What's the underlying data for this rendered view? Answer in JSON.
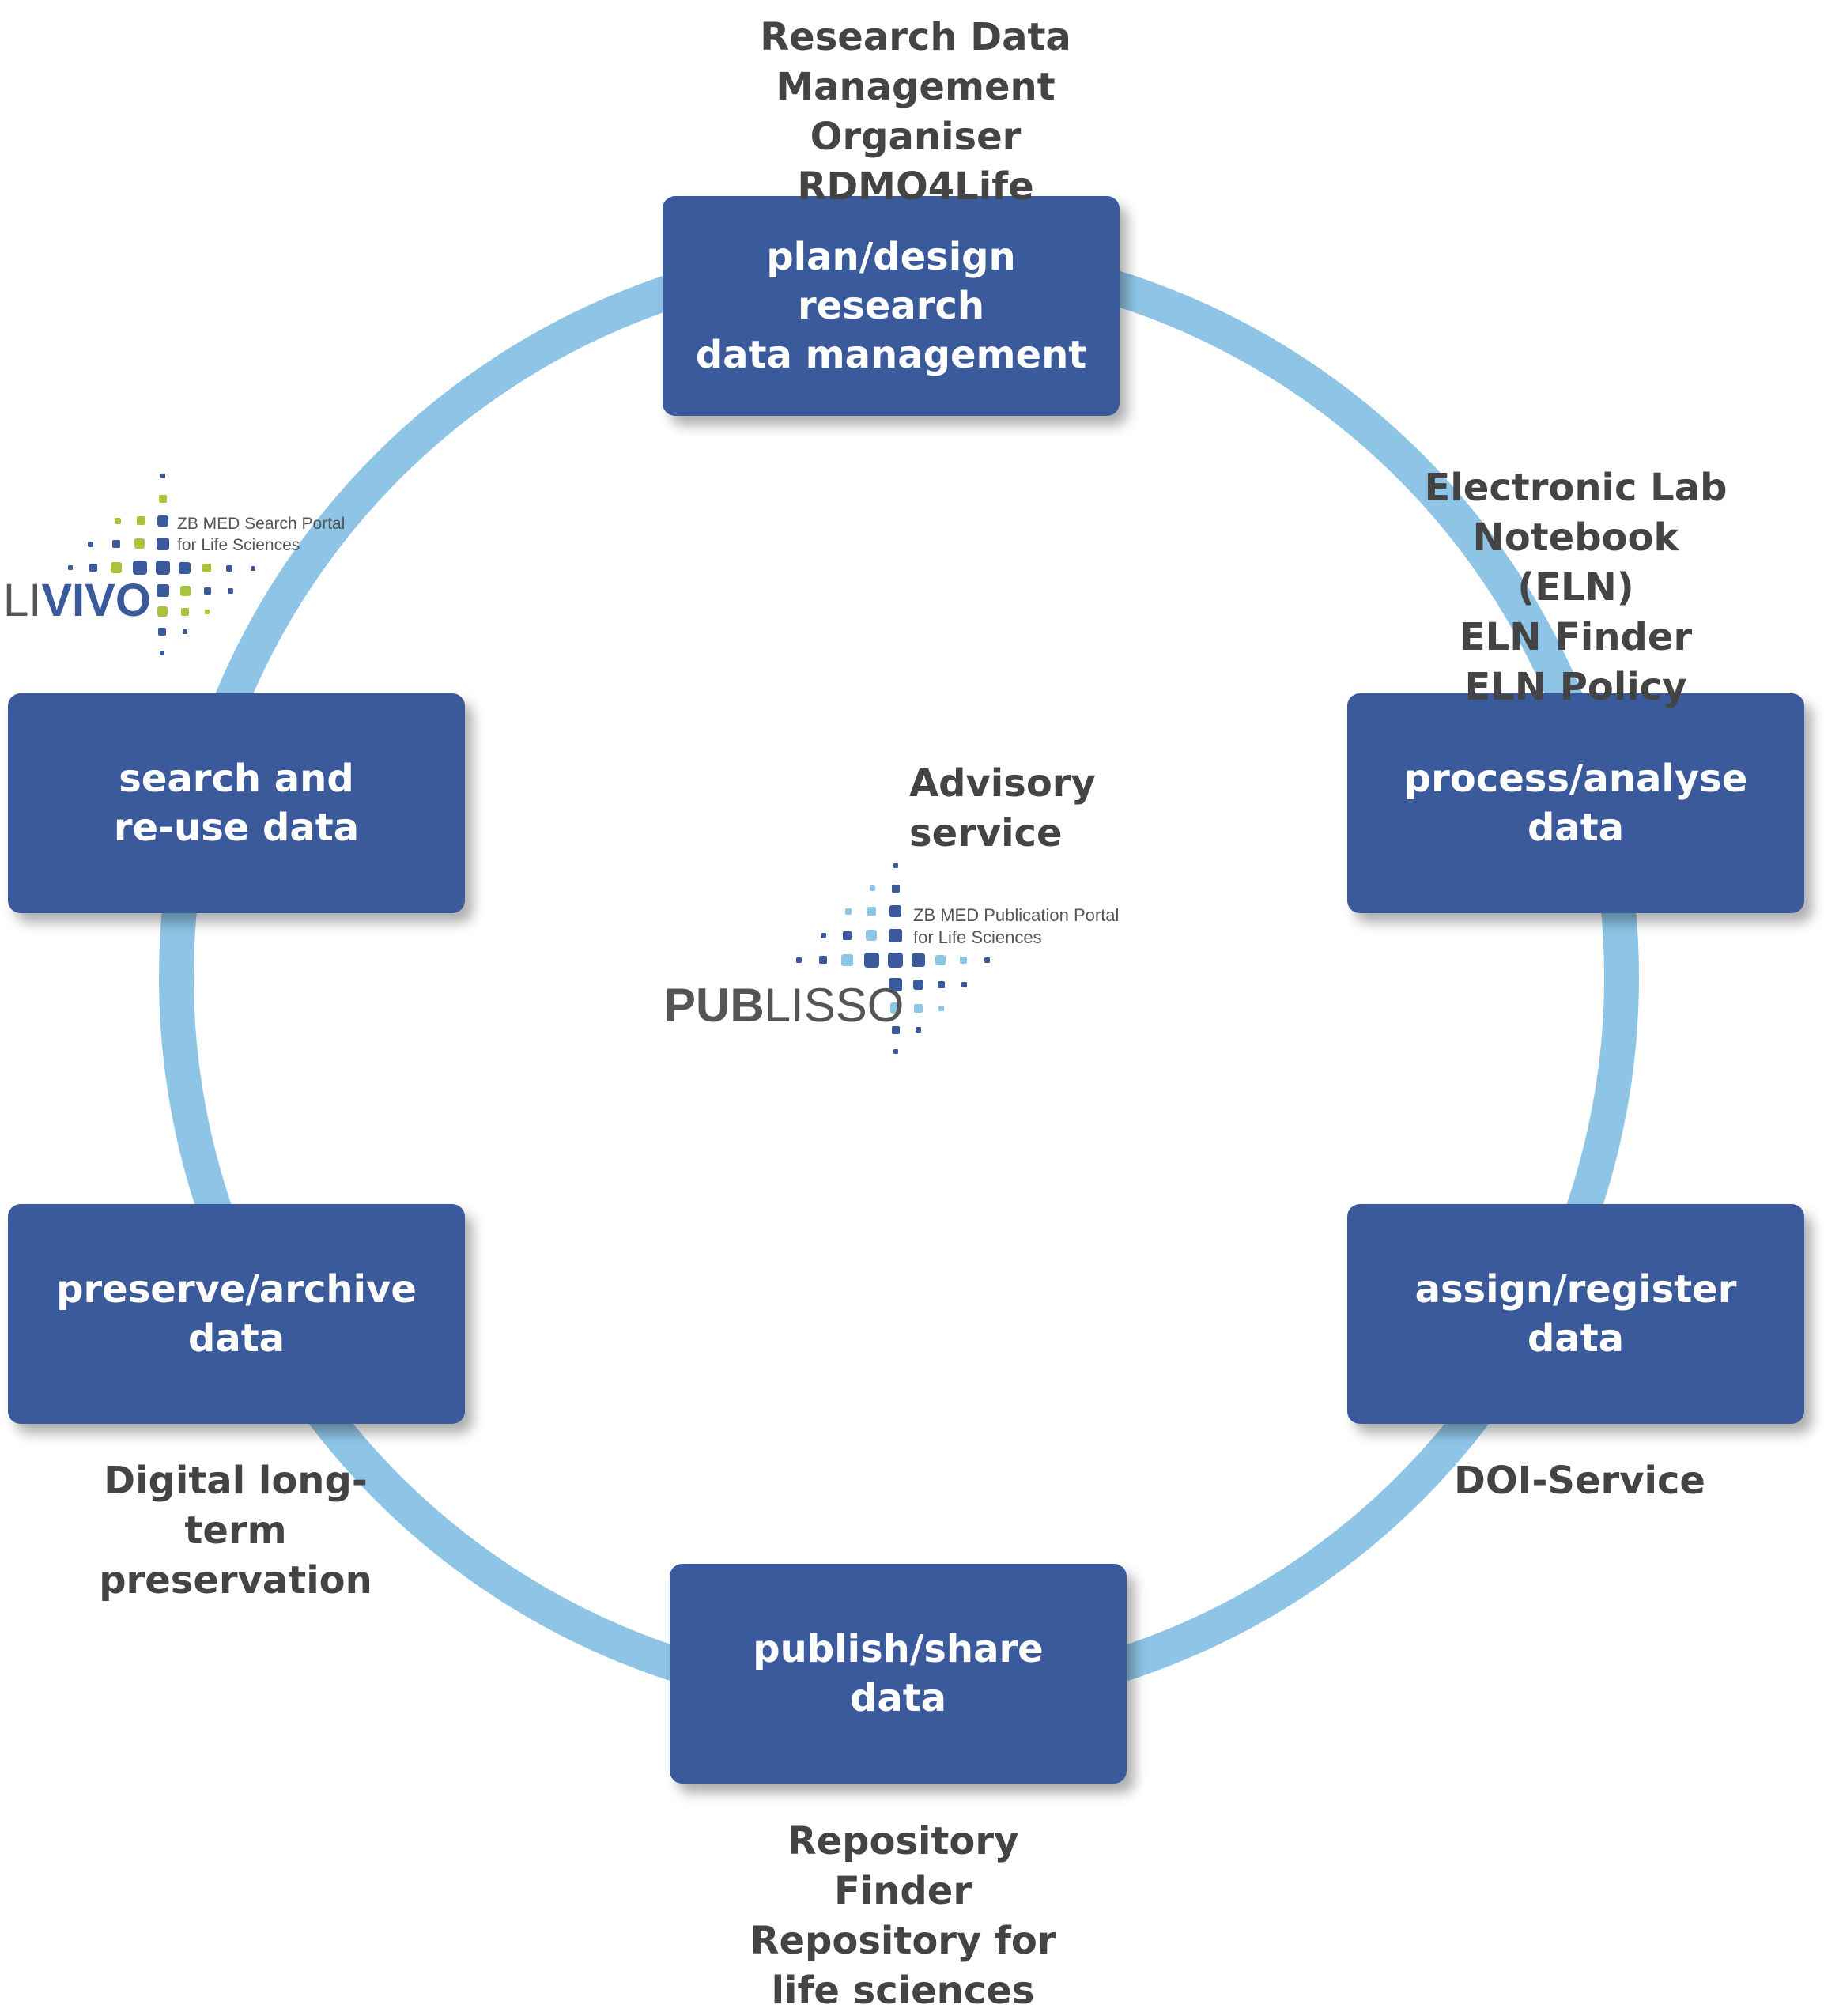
{
  "diagram": {
    "colors": {
      "ring": "#8ec5e6",
      "box": "#3a5a9c",
      "box_text": "#ffffff",
      "service_text": "#444444",
      "livivo_green": "#a8c43c",
      "publisso_light": "#8ec5e6",
      "logo_dark": "#3a5a9c",
      "logo_text": "#555555"
    },
    "stages": [
      {
        "id": "plan",
        "label": "plan/design research\ndata management"
      },
      {
        "id": "process",
        "label": "process/analyse\ndata"
      },
      {
        "id": "assign",
        "label": "assign/register\ndata"
      },
      {
        "id": "publish",
        "label": "publish/share\ndata"
      },
      {
        "id": "preserve",
        "label": "preserve/archive\ndata"
      },
      {
        "id": "search",
        "label": "search and\nre-use data"
      }
    ],
    "services": {
      "plan": "Research Data\nManagement Organiser\nRDMO4Life",
      "process": "Electronic Lab\nNotebook (ELN)\nELN Finder\nELN Policy",
      "assign": "DOI-Service",
      "publish": "Repository Finder\nRepository for\nlife sciences",
      "preserve": "Digital long-term\npreservation",
      "center": "Advisory\nservice"
    },
    "logos": {
      "livivo": {
        "name_part1": "LI",
        "name_part2": "VIVO",
        "tagline1": "ZB MED Search Portal",
        "tagline2": "for Life Sciences",
        "icon": "dot-grid-logo"
      },
      "publisso": {
        "name_part1": "PUB",
        "name_part2": "LISSO",
        "tagline1": "ZB MED Publication Portal",
        "tagline2": "for Life Sciences",
        "icon": "dot-grid-logo"
      }
    }
  }
}
